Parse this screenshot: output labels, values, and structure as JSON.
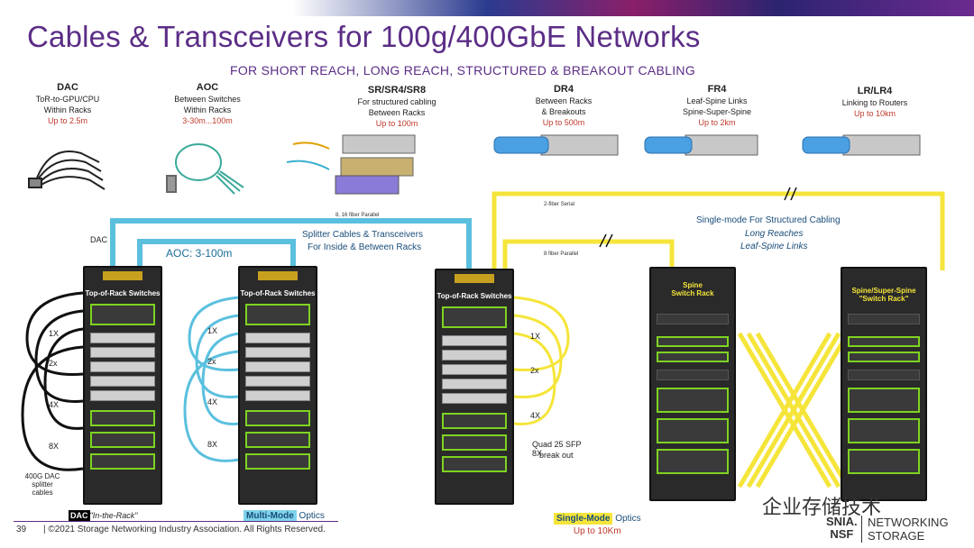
{
  "title": "Cables & Transceivers for 100g/400GbE Networks",
  "subtitle": "FOR SHORT REACH, LONG REACH, STRUCTURED & BREAKOUT CABLING",
  "columns": [
    {
      "head": "DAC",
      "l1": "ToR-to-GPU/CPU",
      "l2": "Within Racks",
      "reach": "Up to 2.5m"
    },
    {
      "head": "AOC",
      "l1": "Between Switches",
      "l2": "Within Racks",
      "reach": "3-30m...100m"
    },
    {
      "head": "SR/SR4/SR8",
      "l1": "For structured cabling",
      "l2": "Between Racks",
      "reach": "Up to 100m"
    },
    {
      "head": "DR4",
      "l1": "Between Racks",
      "l2": "& Breakouts",
      "reach": "Up to 500m"
    },
    {
      "head": "FR4",
      "l1": "Leaf-Spine Links",
      "l2": "Spine-Super-Spine",
      "reach": "Up to 2km"
    },
    {
      "head": "LR/LR4",
      "l1": "Linking to Routers",
      "l2": "",
      "reach": "Up to 10km"
    }
  ],
  "labels": {
    "dac": "DAC",
    "aoc_range": "AOC: 3-100m",
    "splitter1": "Splitter Cables & Transceivers",
    "splitter2": "For Inside & Between Racks",
    "sm1": "Single-mode For Structured Cabling",
    "sm2": "Long Reaches",
    "sm3": "Leaf-Spine Links",
    "fiber_16": "8, 16 fiber Parallel",
    "fiber_2": "2-fiber Serial",
    "fiber_8": "8 fiber Parallel",
    "tor_switches": "Top-of-Rack Switches",
    "spine_rack": "Spine\nSwitch Rack",
    "super_spine": "Spine/Super-Spine\n\"Switch Rack\"",
    "quad_sfp": "Quad 25 SFP",
    "breakout": "break out",
    "dac_splitter": "400G DAC\nsplitter\ncables"
  },
  "multipliers_left": [
    "1X",
    "2x",
    "4X",
    "8X"
  ],
  "multipliers_aoc": [
    "1X",
    "2x",
    "4X",
    "8X"
  ],
  "multipliers_sm": [
    "1X",
    "2x",
    "4X",
    "8X"
  ],
  "footer": {
    "page": "39",
    "copyright": "| ©2021 Storage Networking Industry Association. All Rights Reserved.",
    "dac_badge": "DAC",
    "dac_badge_text": "\"In-the-Rack\"",
    "mm_badge": "Multi-Mode",
    "mm_badge_text": " Optics",
    "sm_badge": "Single-Mode",
    "sm_badge_text": " Optics",
    "sm_reach": "Up to 10Km",
    "watermark": "企业存储技术",
    "snia1": "SNIA.",
    "snia2": "NSF",
    "net1": "NETWORKING",
    "net2": "STORAGE"
  },
  "colors": {
    "title": "#5b2d86",
    "reach": "#c0392b",
    "dac": "#111111",
    "aoc": "#5bc0de",
    "singlemode": "#f5e53a"
  }
}
